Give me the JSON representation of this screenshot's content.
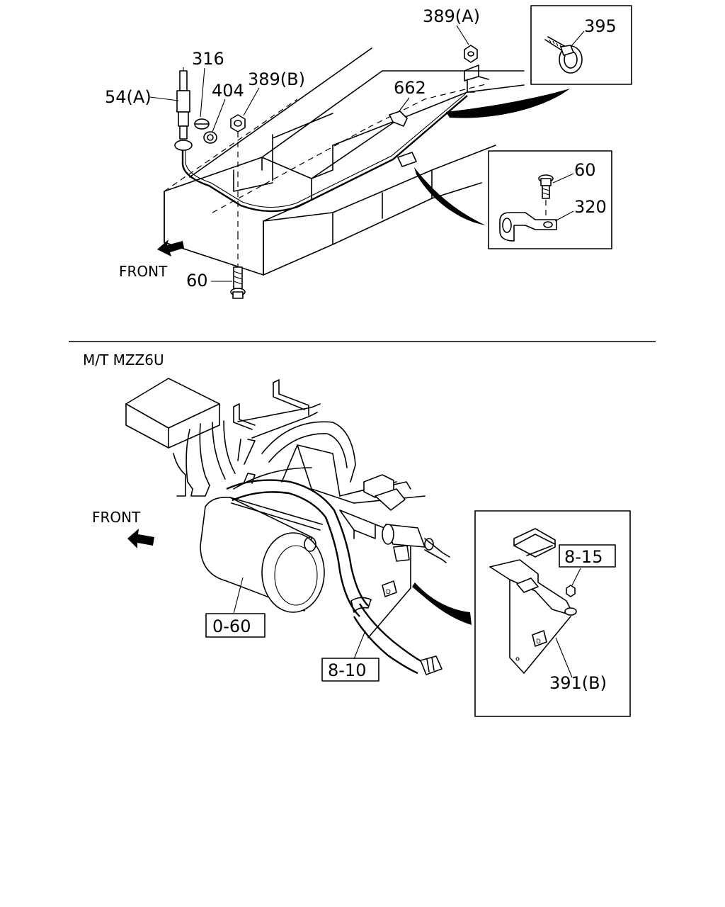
{
  "top_section": {
    "labels": {
      "l_54a": "54(A)",
      "l_316": "316",
      "l_404": "404",
      "l_389b": "389(B)",
      "l_389a": "389(A)",
      "l_662": "662",
      "l_395": "395",
      "l_60_detail": "60",
      "l_320": "320",
      "l_60_bottom": "60",
      "front": "FRONT"
    }
  },
  "bottom_section": {
    "heading": "M/T MZZ6U",
    "labels": {
      "front": "FRONT",
      "l_0_60": "0-60",
      "l_8_10": "8-10",
      "l_8_15": "8-15",
      "l_391b": "391(B)"
    }
  }
}
